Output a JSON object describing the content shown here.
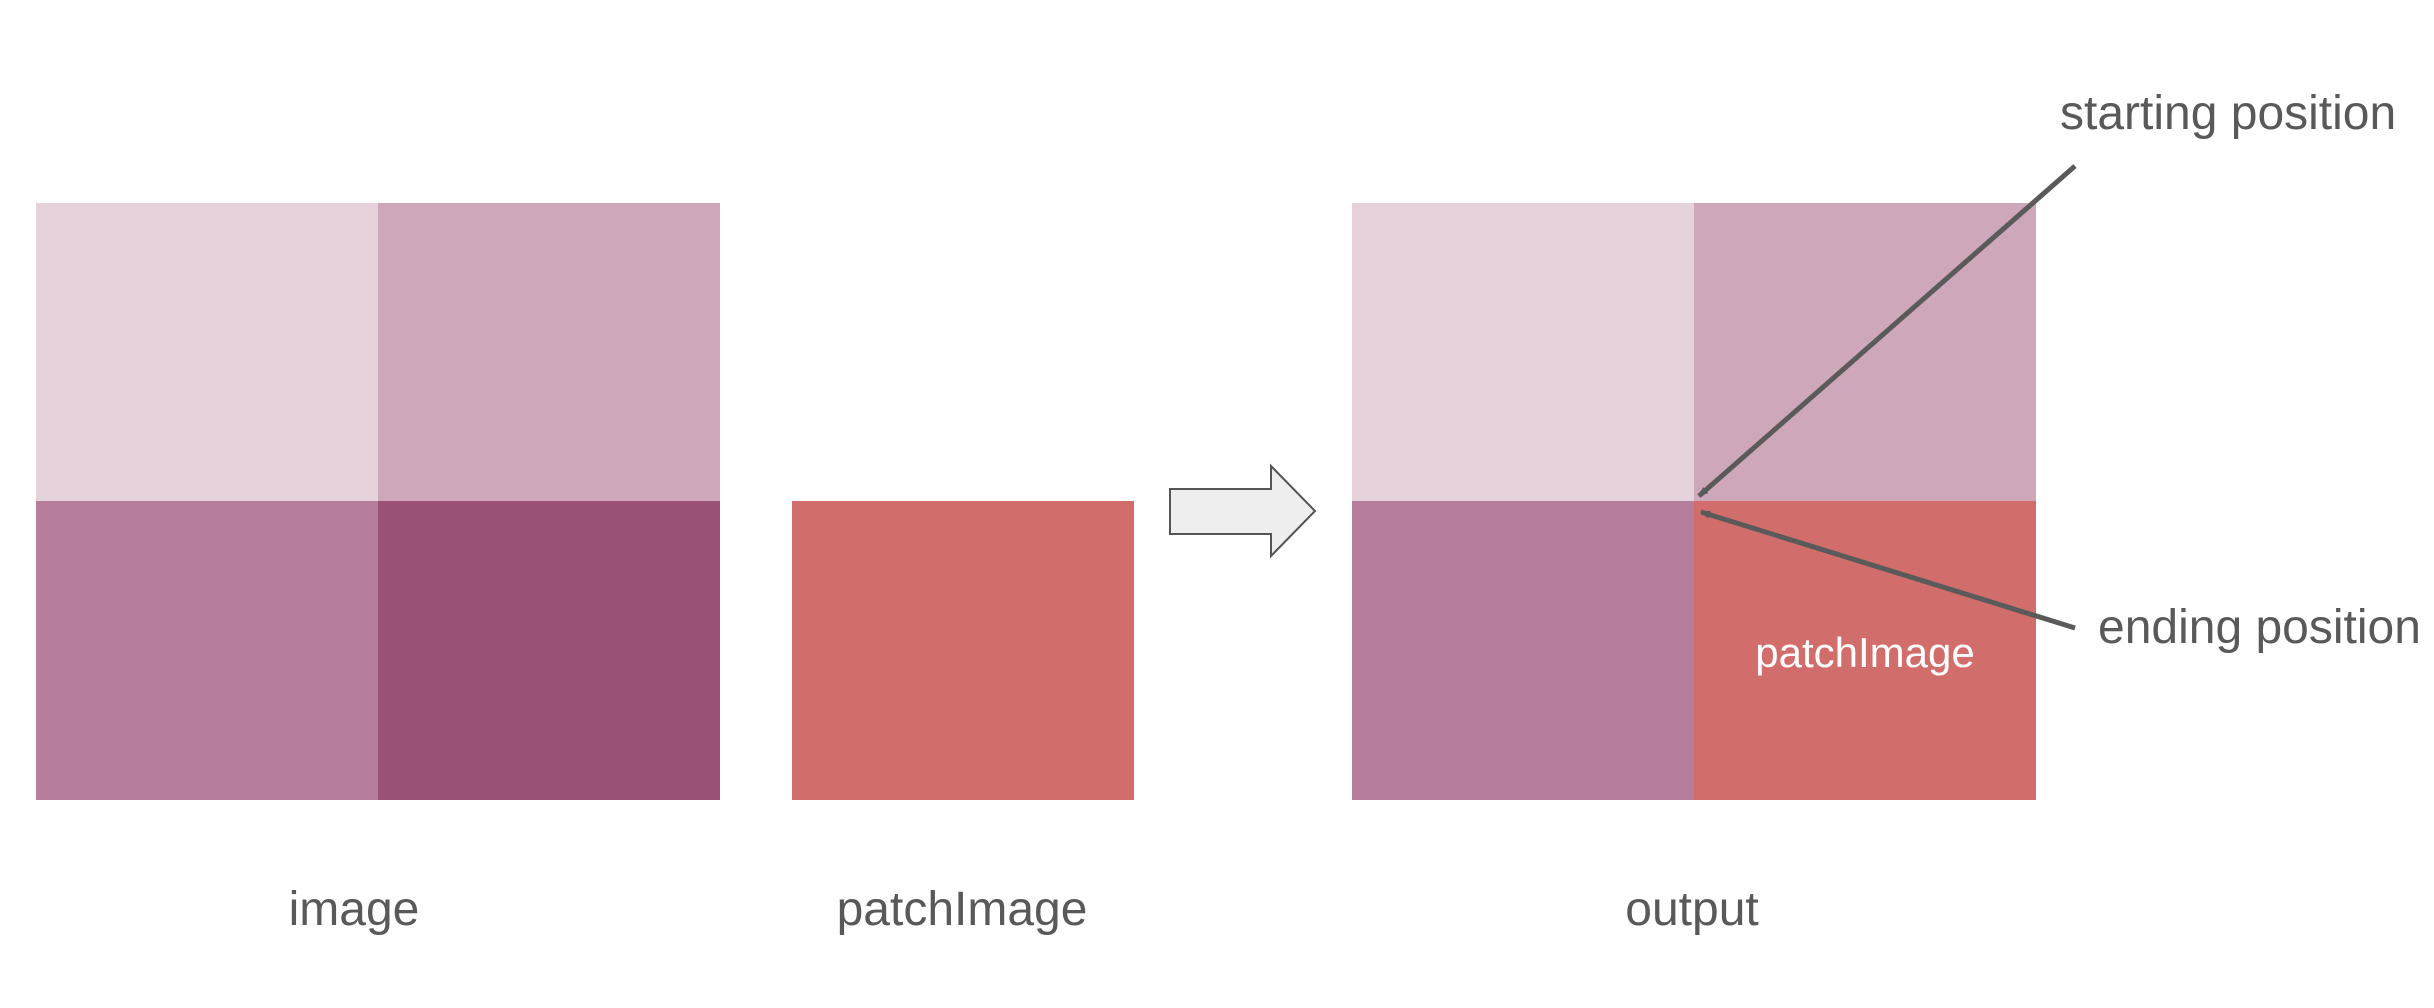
{
  "colors": {
    "light": "#e6d2da",
    "medium": "#cea7bb",
    "mauve": "#b77e9c",
    "dark": "#9a5275",
    "patch": "#d16e6b",
    "arrow_fill": "#eeeeee",
    "arrow_stroke": "#555555",
    "pointer": "#5a5a5a",
    "text": "#595959"
  },
  "labels": {
    "image": "image",
    "patch": "patchImage",
    "output": "output",
    "output_patch": "patchImage",
    "starting_position": "starting position",
    "ending_position": "ending position"
  },
  "blocks": {
    "image": [
      "light",
      "medium",
      "mauve",
      "dark"
    ],
    "patch": "patch",
    "output": [
      "light",
      "medium",
      "mauve",
      "patch"
    ]
  },
  "icons": {
    "transform_arrow": "right-arrow-icon",
    "pointer_start": "arrow-pointer-icon",
    "pointer_end": "arrow-pointer-icon"
  }
}
